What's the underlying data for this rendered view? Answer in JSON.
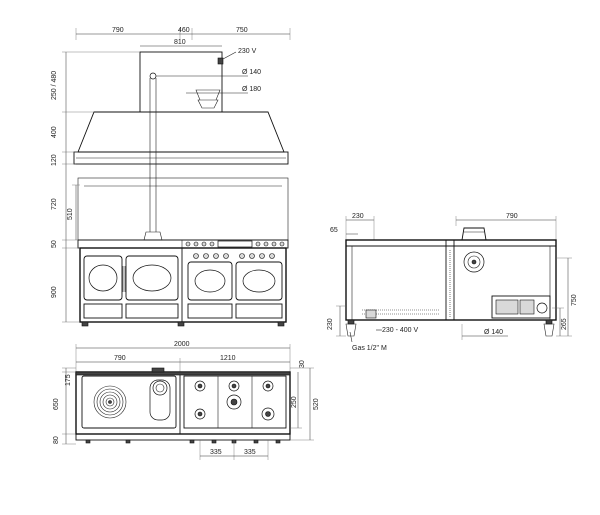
{
  "front_view": {
    "top_widths": [
      "790",
      "460",
      "750"
    ],
    "flue_width": "810",
    "voltage_hood": "230 V",
    "pipe_140": "Ø 140",
    "pipe_180": "Ø 180",
    "heights_left": [
      "250 / 480",
      "400",
      "120",
      "720",
      "510",
      "50",
      "900"
    ],
    "total_width": "2000"
  },
  "top_view": {
    "widths": [
      "790",
      "1210"
    ],
    "heights_left": [
      "175",
      "650",
      "80"
    ],
    "heights_right": [
      "30",
      "250",
      "520"
    ],
    "burner_spacing": [
      "335",
      "335"
    ]
  },
  "side_view": {
    "top_dims": [
      "230",
      "790"
    ],
    "offset_left": "65",
    "height_left": "230",
    "voltage": "230 - 400 V",
    "gas": "Gas 1/2\" M",
    "flue_pipe": "Ø 140",
    "heights_right": [
      "750",
      "265"
    ]
  }
}
